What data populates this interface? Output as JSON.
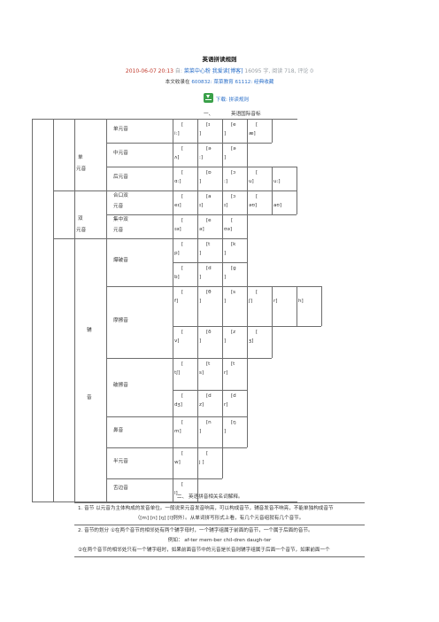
{
  "header": {
    "title": "英语拼读规则",
    "meta_date": "2010-06-07 20:13",
    "meta_source": "自:",
    "meta_author": "菜菜中心粉",
    "meta_from": "我爱读[博客]",
    "meta_counts": "16095 字, 阅读 718, 评论 0",
    "collect_label": "本文收录在",
    "collect_a": "600832: 菜菜教育",
    "collect_b": "61112: 经典收藏",
    "download_label": "下载: 拼读规则"
  },
  "section1": {
    "num": "一、",
    "title": "英语国际音标"
  },
  "ipa_table": {
    "groups": {
      "monophthong": "单\n元音",
      "diphthong": "双\n元音",
      "consonant_a": "辅",
      "consonant_b": "音"
    },
    "subcats": [
      "单元音",
      "中元音",
      "后元音",
      "合口双\n元音",
      "集中双\n元音",
      "爆破音",
      "摩擦音",
      "破擦音",
      "鼻音",
      "半元音",
      "舌边音"
    ],
    "rows": [
      {
        "cells": [
          [
            "[",
            "i:]"
          ],
          [
            "[ɪ",
            "]"
          ],
          [
            "[e",
            "]"
          ],
          [
            "[",
            "æ]"
          ]
        ]
      },
      {
        "cells": [
          [
            "[",
            "ʌ]"
          ],
          [
            "[ə",
            ":]"
          ],
          [
            "[ə",
            "]"
          ]
        ]
      },
      {
        "cells": [
          [
            "[",
            "ɑ:]"
          ],
          [
            "[ɒ",
            "]"
          ],
          [
            "[ɔ",
            ":]"
          ],
          [
            "[",
            "u]"
          ],
          [
            "",
            "u:]"
          ]
        ]
      },
      {
        "cells": [
          [
            "[",
            "eɪ]"
          ],
          [
            "[a",
            "ɪ]"
          ],
          [
            "[ɔ",
            "ɪ]"
          ],
          [
            "[",
            "əʊ]"
          ],
          [
            "",
            "aʊ]"
          ]
        ]
      },
      {
        "cells": [
          [
            "[",
            "ɪə]"
          ],
          [
            "[e",
            "ə]"
          ],
          [
            "[",
            "ʊə]"
          ]
        ]
      },
      {
        "cells": [
          [
            "[",
            "p]"
          ],
          [
            "[t",
            "]"
          ],
          [
            "[k",
            "]"
          ]
        ]
      },
      {
        "cells": [
          [
            "[",
            "b]"
          ],
          [
            "[d",
            "]"
          ],
          [
            "[g",
            "]"
          ]
        ]
      },
      {
        "cells": [
          [
            "[",
            "f]"
          ],
          [
            "[θ",
            "]"
          ],
          [
            "[s",
            "]"
          ],
          [
            "[",
            "ʃ]"
          ],
          [
            "",
            "r]"
          ],
          [
            "",
            "h]"
          ]
        ]
      },
      {
        "cells": [
          [
            "[",
            "v]"
          ],
          [
            "[ð",
            "]"
          ],
          [
            "[z",
            "]"
          ],
          [
            "[",
            "ʒ]"
          ]
        ]
      },
      {
        "cells": [
          [
            "[",
            "tʃ]"
          ],
          [
            "[t",
            "s]"
          ],
          [
            "[t",
            "r]"
          ]
        ]
      },
      {
        "cells": [
          [
            "[",
            "dʒ]"
          ],
          [
            "[d",
            "z]"
          ],
          [
            "[d",
            "r]"
          ]
        ]
      },
      {
        "cells": [
          [
            "[",
            "m]"
          ],
          [
            "[n",
            "]"
          ],
          [
            "[ŋ",
            "]"
          ]
        ]
      },
      {
        "cells": [
          [
            "[",
            "w]"
          ],
          [
            "[",
            "j ]"
          ]
        ]
      },
      {
        "cells": [
          [
            "[",
            "l]"
          ]
        ]
      }
    ]
  },
  "section2": {
    "num": "二、",
    "title": "英语拼音相关名词解释。"
  },
  "rules": {
    "r1a": "1.  音节 以元音为主体构成的发音单位。一般说来元音发音响亮，可以构成音节，辅音发音不响亮，不能单独构成音节",
    "r1b": "（[m] [n] [ŋ] [l]例外）。从单词拼写形式上看，有几个元音组就有几个音节。",
    "r2a": "2.  音节的划分  ①在两个音节的相邻处有两个辅字母时，一个辅字组属于前面的音节，一个属于后面的音节。",
    "r2b": "例如：  af-ter  mem-ber  chil-dren  daugh-ter",
    "r2c": "②在两个音节的相邻处只有一个辅字组时，如果前面音节中的元音是长音则辅字组属于后面一个音节，如果前面一个"
  },
  "colors": {
    "accent": "#c0392b",
    "link": "#2a6fc9",
    "line": "#6d6d6d"
  }
}
